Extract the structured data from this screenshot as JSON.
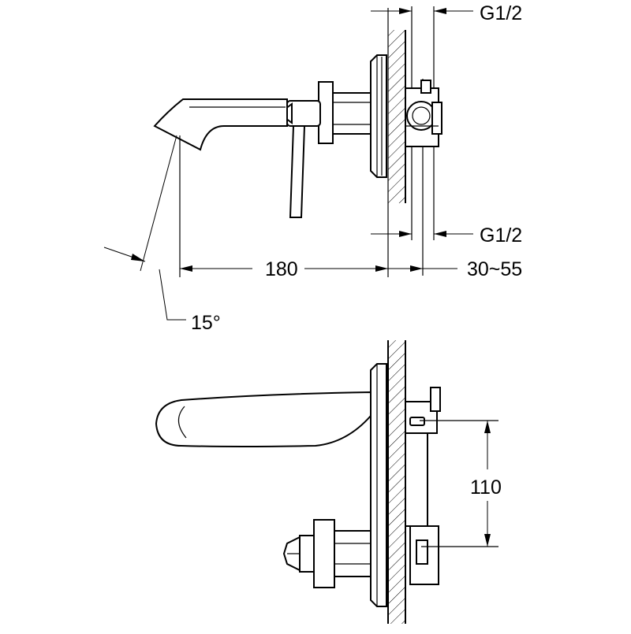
{
  "figure": "Wall-mounted basin mixer technical drawing",
  "labels": {
    "inlet_top": "G1/2",
    "inlet_bottom": "G1/2",
    "projection": "180",
    "wall_depth": "30~55",
    "spout_angle": "15°",
    "center_distance": "110"
  }
}
